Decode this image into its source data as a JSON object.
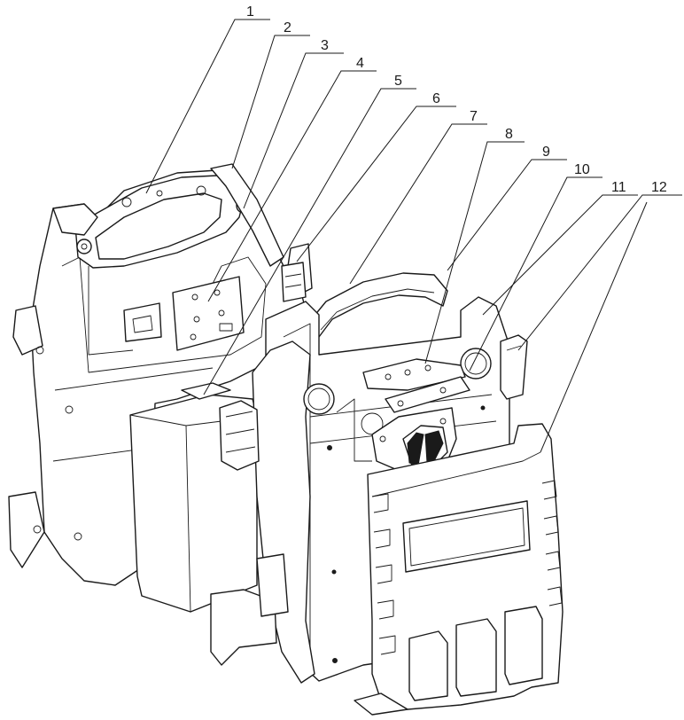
{
  "labels": [
    "1",
    "2",
    "3",
    "4",
    "5",
    "6",
    "7",
    "8",
    "9",
    "10",
    "11",
    "12"
  ],
  "colors": {
    "line": "#1a1a1a",
    "background": "#ffffff"
  }
}
